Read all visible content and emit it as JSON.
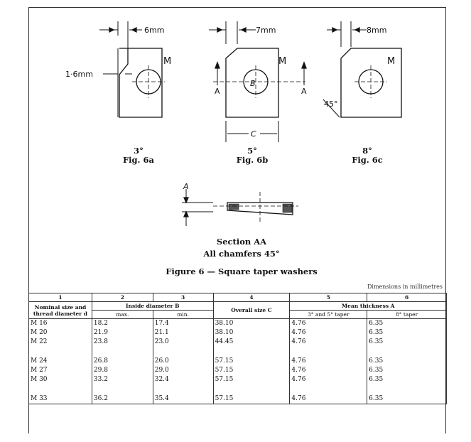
{
  "figures": {
    "dim_6a": "6mm",
    "dim_6a_side": "1·6mm",
    "dim_6b": "7mm",
    "dim_6c": "8mm",
    "mark_m": "M",
    "mark_a": "A",
    "mark_b": "B",
    "mark_c": "C",
    "angle": "45°",
    "fig6a_angle": "3°",
    "fig6a_label": "Fig. 6a",
    "fig6b_angle": "5°",
    "fig6b_label": "Fig. 6b",
    "fig6c_angle": "8°",
    "fig6c_label": "Fig. 6c",
    "section_title": "Section AA",
    "section_note": "All chamfers 45°",
    "figure_caption": "Figure 6 — Square taper washers"
  },
  "table": {
    "units_note": "Dimensions in millimetres",
    "col_numbers": [
      "1",
      "2",
      "3",
      "4",
      "5",
      "6"
    ],
    "h_nominal": "Nominal size and thread diameter d",
    "h_inside": "Inside diameter B",
    "h_max": "max.",
    "h_min": "min.",
    "h_overall": "Overall size C",
    "h_thickness": "Mean thickness A",
    "h_taper35": "3° and 5° taper",
    "h_taper8": "8° taper",
    "groups": [
      [
        [
          "M 16",
          "18.2",
          "17.4",
          "38.10",
          "4.76",
          "6.35"
        ],
        [
          "M 20",
          "21.9",
          "21.1",
          "38.10",
          "4.76",
          "6.35"
        ],
        [
          "M 22",
          "23.8",
          "23.0",
          "44.45",
          "4.76",
          "6.35"
        ]
      ],
      [
        [
          "M 24",
          "26.8",
          "26.0",
          "57.15",
          "4.76",
          "6.35"
        ],
        [
          "M 27",
          "29.8",
          "29.0",
          "57.15",
          "4.76",
          "6.35"
        ],
        [
          "M 30",
          "33.2",
          "32.4",
          "57.15",
          "4.76",
          "6.35"
        ]
      ],
      [
        [
          "M 33",
          "36.2",
          "35.4",
          "57.15",
          "4.76",
          "6.35"
        ]
      ]
    ]
  }
}
